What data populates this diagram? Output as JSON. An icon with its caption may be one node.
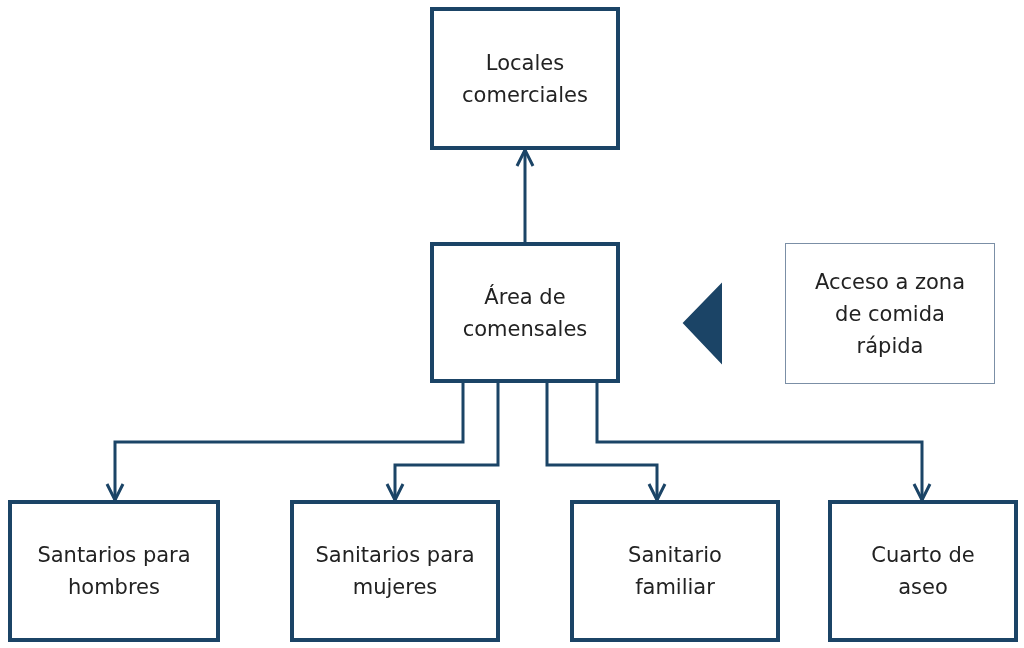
{
  "diagram": {
    "nodes": [
      {
        "text": [
          "Locales comerciales"
        ]
      },
      {
        "text": [
          "Área de comensales"
        ]
      },
      {
        "text": [
          "Acceso a zona de comida rápida"
        ]
      },
      {
        "text": [
          "Santarios para hombres"
        ]
      },
      {
        "text": [
          "Sanitarios para mujeres"
        ]
      },
      {
        "text": [
          "Sanitario familiar"
        ]
      },
      {
        "text": [
          "Cuarto de aseo"
        ]
      }
    ],
    "edges": [
      {
        "from": 1,
        "to": 0,
        "arrow": "to"
      },
      {
        "from": 2,
        "to": 1,
        "arrow": "to",
        "style": "thick"
      },
      {
        "from": 1,
        "to": 3,
        "arrow": "to"
      },
      {
        "from": 1,
        "to": 4,
        "arrow": "to"
      },
      {
        "from": 1,
        "to": 5,
        "arrow": "to"
      },
      {
        "from": 1,
        "to": 6,
        "arrow": "to"
      }
    ]
  }
}
